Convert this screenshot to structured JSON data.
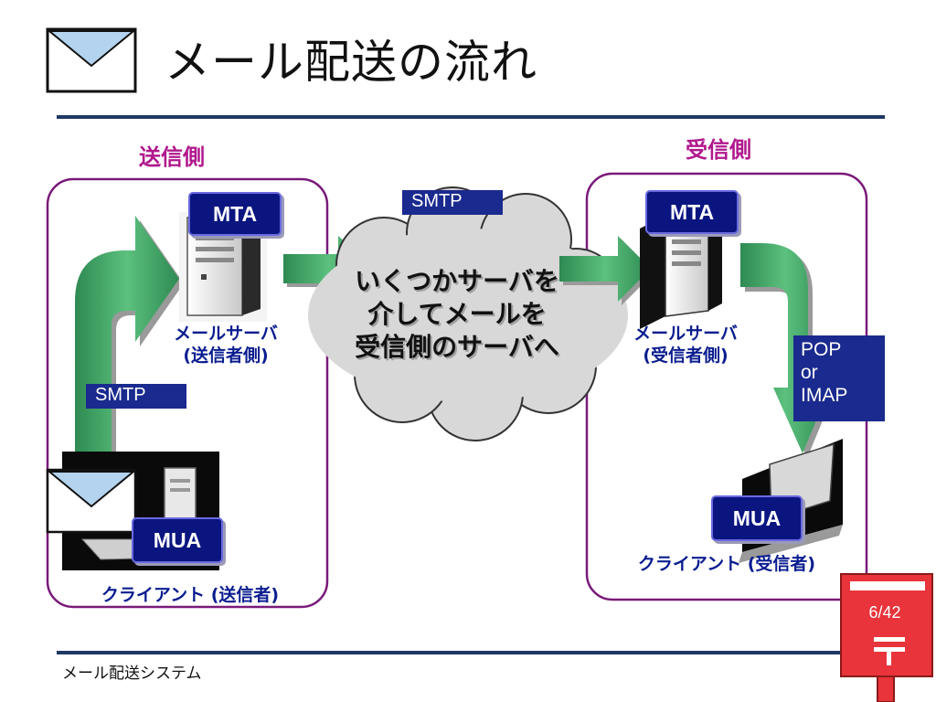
{
  "slide": {
    "title": "メール配送の流れ",
    "footer": "メール配送システム",
    "page_number": "6/42"
  },
  "sender": {
    "heading": "送信側",
    "mta_label": "MTA",
    "server_label_1": "メールサーバ",
    "server_label_2": "(送信者側)",
    "smtp_label": "SMTP",
    "mua_label": "MUA",
    "client_label": "クライアント (送信者)"
  },
  "network": {
    "smtp_label": "SMTP",
    "cloud_lines": [
      "いくつかサーバを",
      "介してメールを",
      "受信側のサーバへ"
    ]
  },
  "receiver": {
    "heading": "受信側",
    "mta_label": "MTA",
    "server_label_1": "メールサーバ",
    "server_label_2": "(受信者側)",
    "pop_lines": [
      "POP",
      "or",
      "IMAP"
    ],
    "mua_label": "MUA",
    "client_label": "クライアント (受信者)"
  },
  "colors": {
    "rule": "#1f3864",
    "panel_border": "#7a1a7a",
    "arrow": "#3a9a60",
    "heading": "#b0188c",
    "badge": "#0a1580",
    "mailbox": "#e8343a"
  },
  "icons": [
    "envelope-icon",
    "server-icon",
    "laptop-icon",
    "cloud-icon",
    "mailbox-icon",
    "postal-mark-icon"
  ]
}
